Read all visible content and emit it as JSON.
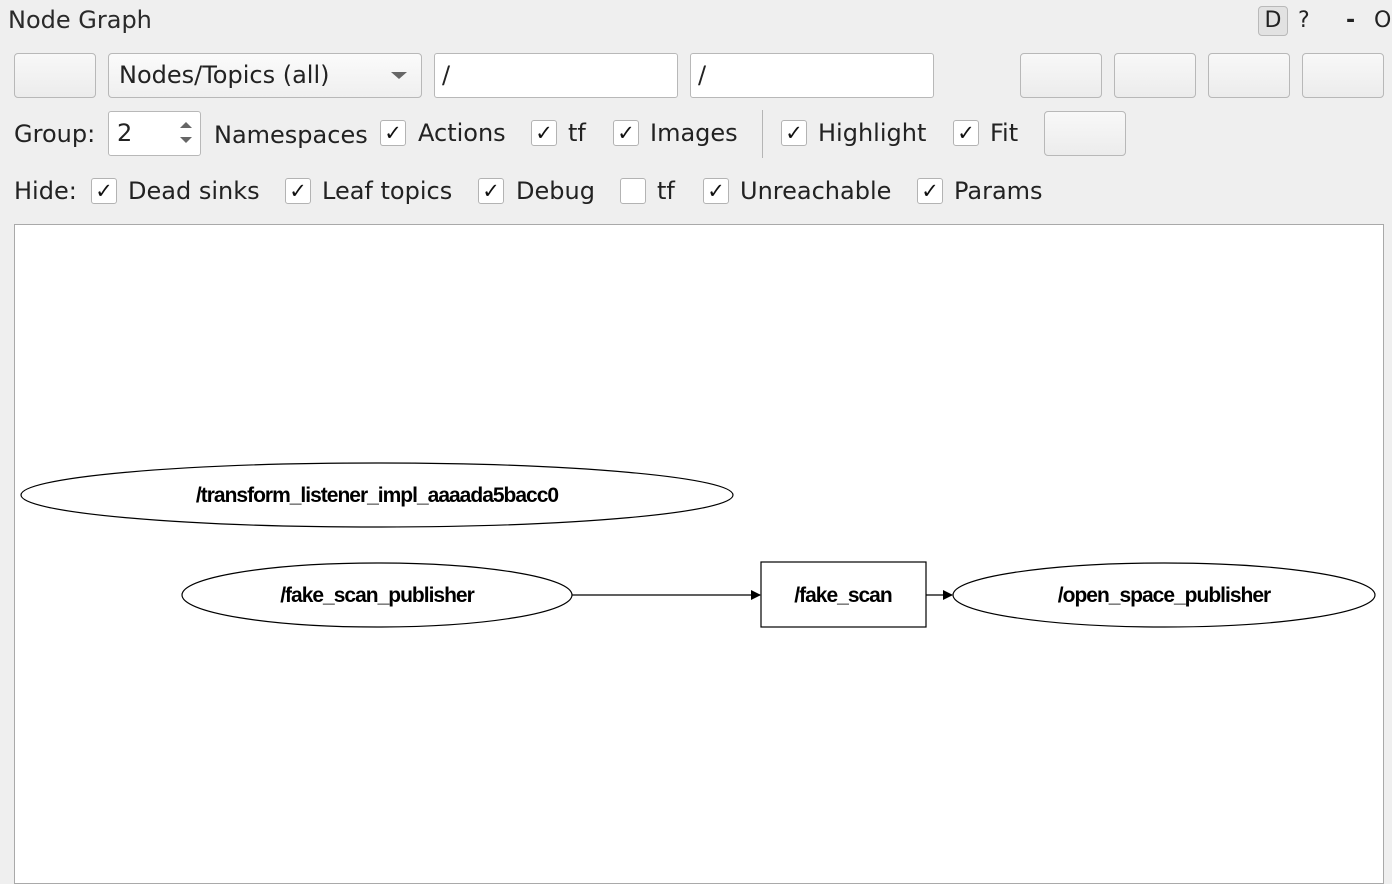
{
  "window": {
    "title": "Node Graph",
    "dock_buttons": {
      "detach": "D",
      "help": "?",
      "minimize": "-",
      "close": "O"
    }
  },
  "toolbar": {
    "graph_type": "Nodes/Topics (all)",
    "node_filter": "/",
    "topic_filter": "/"
  },
  "options_row": {
    "group_label": "Group:",
    "group_value": "2",
    "namespaces_label": "Namespaces",
    "actions_label": "Actions",
    "actions_checked": true,
    "tf_label": "tf",
    "tf_checked": true,
    "images_label": "Images",
    "images_checked": true,
    "highlight_label": "Highlight",
    "highlight_checked": true,
    "fit_label": "Fit",
    "fit_checked": true
  },
  "hide_row": {
    "label": "Hide:",
    "dead_sinks": {
      "label": "Dead sinks",
      "checked": true
    },
    "leaf_topics": {
      "label": "Leaf topics",
      "checked": true
    },
    "debug": {
      "label": "Debug",
      "checked": true
    },
    "tf": {
      "label": "tf",
      "checked": false
    },
    "unreachable": {
      "label": "Unreachable",
      "checked": true
    },
    "params": {
      "label": "Params",
      "checked": true
    }
  },
  "graph": {
    "nodes": {
      "transform_listener": "/transform_listener_impl_aaaada5bacc0",
      "fake_scan_publisher": "/fake_scan_publisher",
      "open_space_publisher": "/open_space_publisher"
    },
    "topics": {
      "fake_scan": "/fake_scan"
    }
  }
}
